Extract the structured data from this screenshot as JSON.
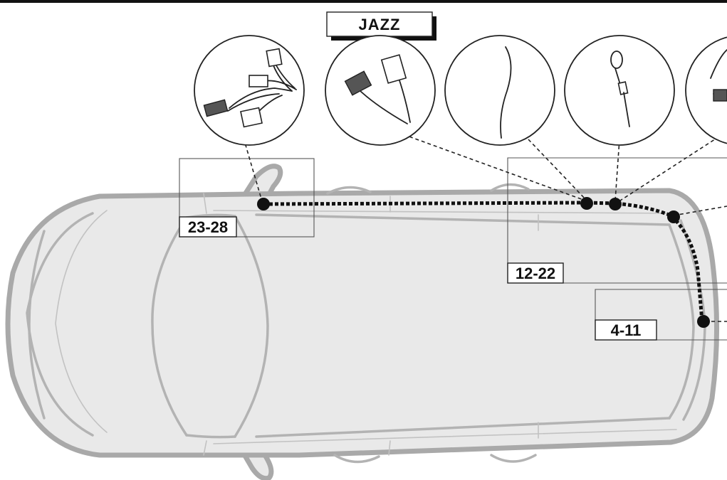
{
  "title": "JAZZ",
  "labels": {
    "front": "23-28",
    "middle": "12-22",
    "rear": "4-11"
  },
  "components": [
    {
      "name": "connector-pair-icon"
    },
    {
      "name": "connector-single-icon"
    },
    {
      "name": "wire-icon"
    },
    {
      "name": "ring-terminal-icon"
    },
    {
      "name": "connector-partial-icon"
    }
  ],
  "colors": {
    "car_body": "#e9e9e9",
    "car_outline": "#a9a9a9",
    "harness": "#111111"
  }
}
